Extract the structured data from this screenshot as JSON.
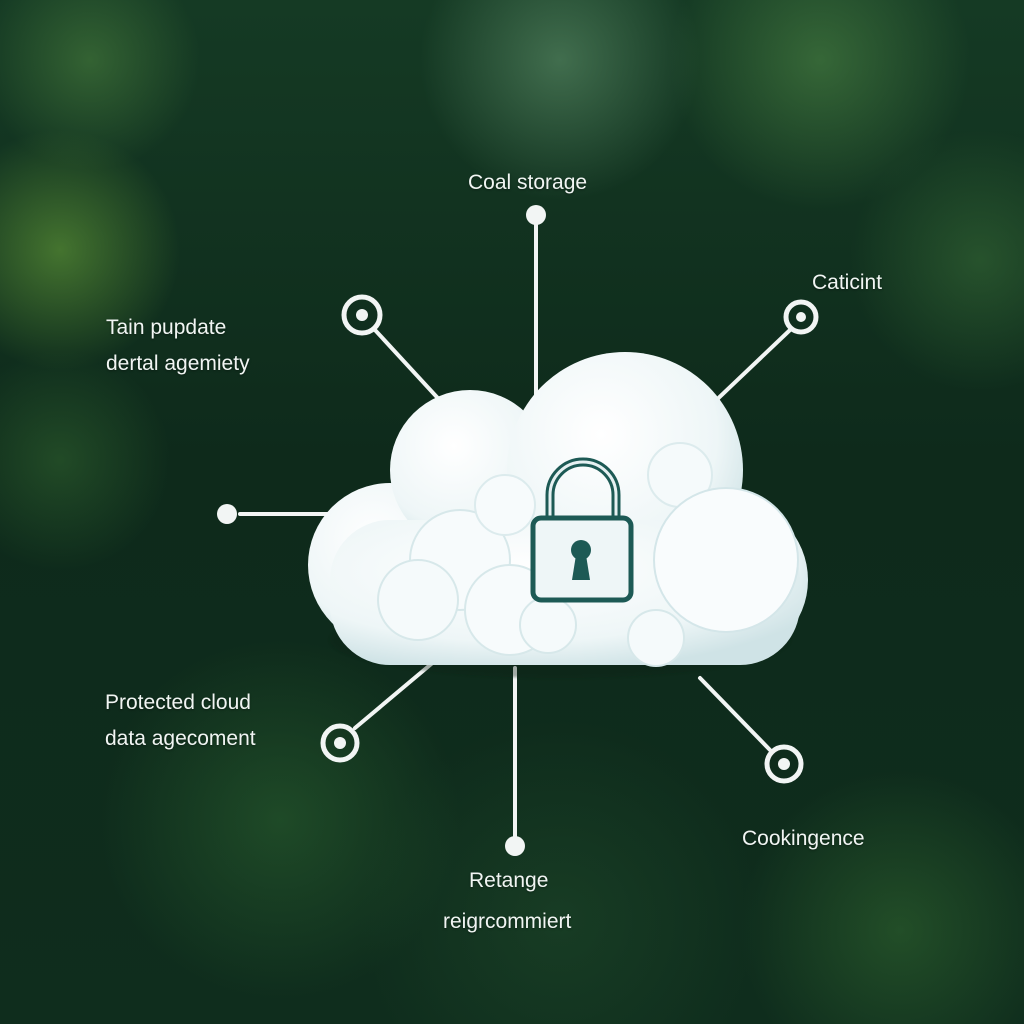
{
  "labels": {
    "top": "Coal storage",
    "top_right": "Caticint",
    "top_left": [
      "Tain pupdate",
      "dertal agemiety"
    ],
    "bottom_left": [
      "Protected cloud",
      "data agecoment"
    ],
    "bottom_right": "Cookingence",
    "bottom": [
      "Retange",
      "reigrcommiert"
    ]
  },
  "colors": {
    "background": "#0e2a1b",
    "connector": "#f2f5f4",
    "cloud": "#ffffff",
    "lock": "#1d5a55"
  },
  "icons": {
    "central": "padlock-icon",
    "endpoint": "circle-node-icon",
    "cloud": "cloud-icon"
  }
}
